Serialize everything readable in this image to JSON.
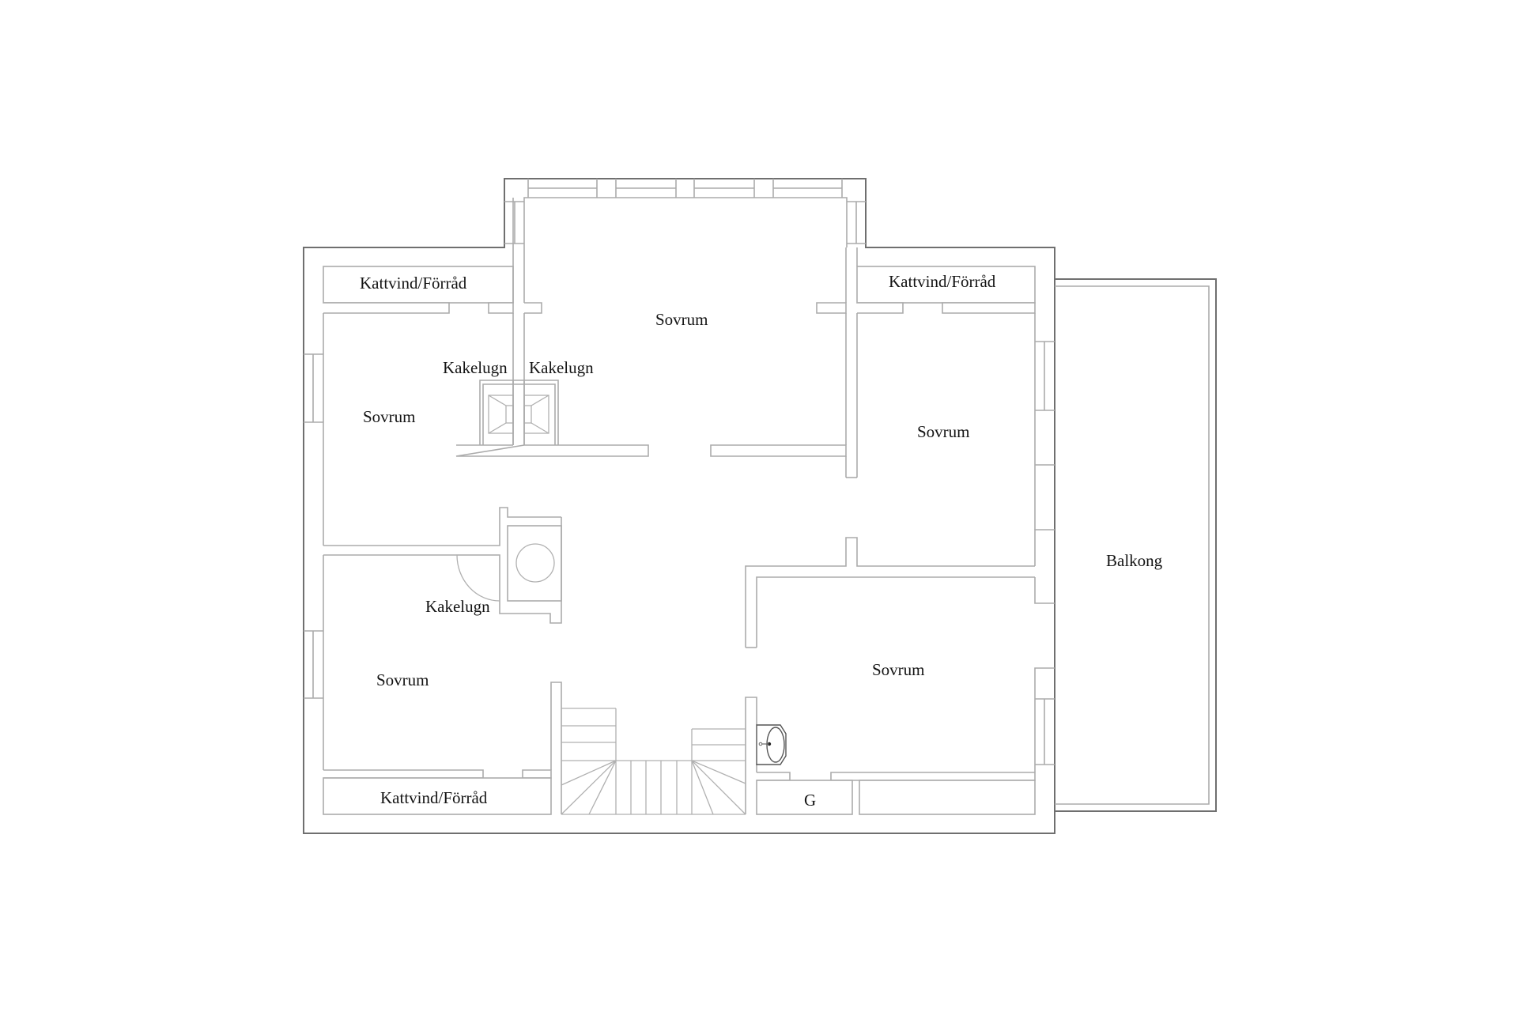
{
  "floorplan": {
    "type": "upper floor plan",
    "rooms": [
      {
        "id": "kattvind-top-left",
        "label": "Kattvind/Förråd"
      },
      {
        "id": "kattvind-top-right",
        "label": "Kattvind/Förråd"
      },
      {
        "id": "kattvind-bottom-left",
        "label": "Kattvind/Förråd"
      },
      {
        "id": "sovrum-top-center",
        "label": "Sovrum"
      },
      {
        "id": "sovrum-top-left",
        "label": "Sovrum"
      },
      {
        "id": "sovrum-right",
        "label": "Sovrum"
      },
      {
        "id": "sovrum-bottom-left",
        "label": "Sovrum"
      },
      {
        "id": "sovrum-bottom-right",
        "label": "Sovrum"
      },
      {
        "id": "balkong",
        "label": "Balkong"
      },
      {
        "id": "wc",
        "label": "G"
      }
    ],
    "fixtures": [
      {
        "id": "kakelugn-left",
        "label": "Kakelugn"
      },
      {
        "id": "kakelugn-right",
        "label": "Kakelugn"
      },
      {
        "id": "kakelugn-round",
        "label": "Kakelugn"
      },
      {
        "id": "washbasin",
        "icon": "sink-icon"
      },
      {
        "id": "staircase",
        "icon": "stairs-icon"
      }
    ],
    "colors": {
      "background": "#ffffff",
      "outer_wall": "#6f6f6f",
      "inner_wall": "#ababab",
      "text": "#141414"
    }
  }
}
